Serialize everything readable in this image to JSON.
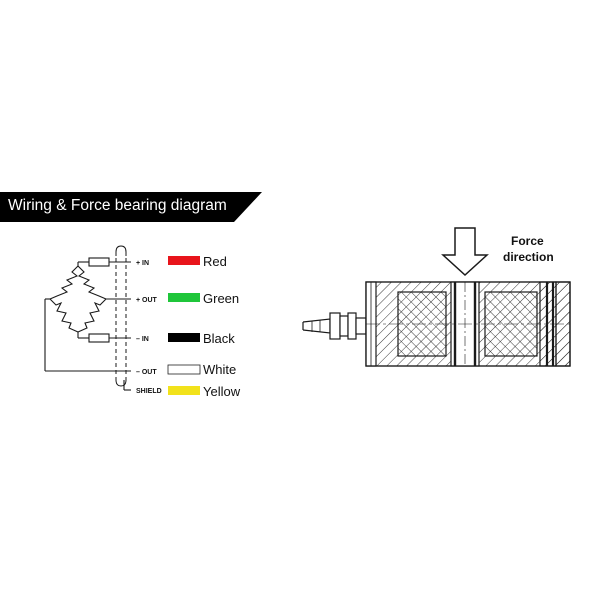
{
  "header": {
    "title": "Wiring & Force bearing diagram"
  },
  "wiring": {
    "pins": [
      {
        "label": "+ IN",
        "color_name": "Red",
        "swatch": "#e8141b"
      },
      {
        "label": "+ OUT",
        "color_name": "Green",
        "swatch": "#1fc63a"
      },
      {
        "label": "– IN",
        "color_name": "Black",
        "swatch": "#000000"
      },
      {
        "label": "– OUT",
        "color_name": "White",
        "swatch": "#ffffff"
      },
      {
        "label": "SHIELD",
        "color_name": "Yellow",
        "swatch": "#f2e21b"
      }
    ]
  },
  "force": {
    "label_line1": "Force",
    "label_line2": "direction"
  },
  "colors": {
    "banner": "#000000",
    "ink": "#1a1a1a"
  }
}
